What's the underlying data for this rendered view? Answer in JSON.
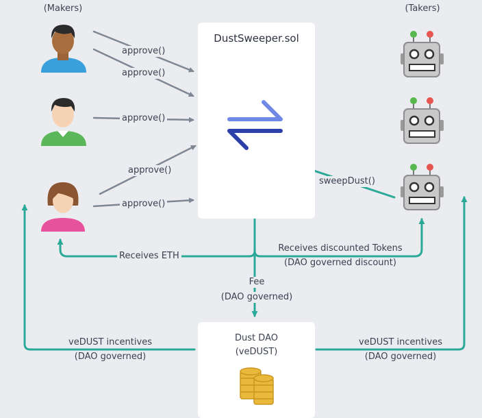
{
  "header": {
    "makers_label": "(Makers)",
    "takers_label": "(Takers)"
  },
  "contract": {
    "name": "DustSweeper.sol"
  },
  "dao": {
    "title": "Dust DAO",
    "subtitle": "(veDUST)"
  },
  "edges": {
    "approve_1": "approve()",
    "approve_2": "approve()",
    "approve_3": "approve()",
    "approve_4": "approve()",
    "approve_5": "approve()",
    "sweep": "sweepDust()",
    "receives_eth": "Receives ETH",
    "receives_tokens": "Receives discounted Tokens",
    "receives_tokens_note": "(DAO governed discount)",
    "fee": "Fee",
    "fee_note": "(DAO governed)",
    "incentives_left": "veDUST incentives",
    "incentives_left_note": "(DAO governed)",
    "incentives_right": "veDUST incentives",
    "incentives_right_note": "(DAO governed)"
  },
  "colors": {
    "teal": "#2aa898",
    "gray_arrow": "#7e8694",
    "swap_light": "#6e88e6",
    "swap_dark": "#2d3fa8",
    "coin": "#e9b93c"
  },
  "icons": {
    "makers": [
      "person-man-dark-icon",
      "person-man-light-icon",
      "person-woman-icon"
    ],
    "takers": [
      "robot-icon",
      "robot-icon",
      "robot-icon"
    ],
    "contract": "swap-arrows-icon",
    "dao": "coin-stack-icon"
  }
}
